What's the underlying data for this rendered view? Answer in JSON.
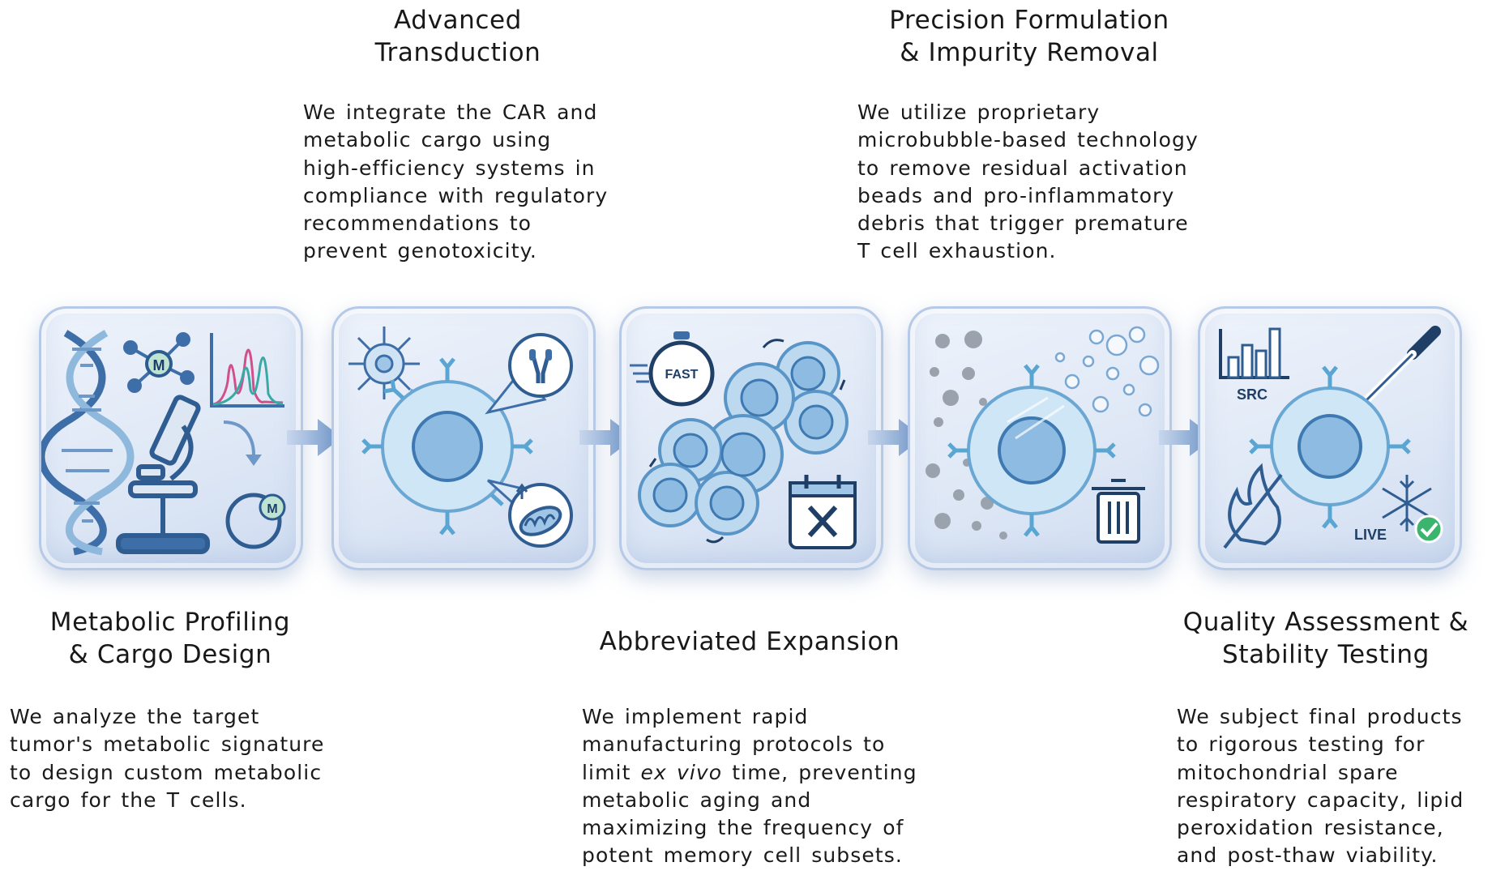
{
  "steps": [
    {
      "title": "Metabolic Profiling\n& Cargo Design",
      "description": "We analyze the target\ntumor's metabolic signature\nto design custom metabolic\ncargo for the T cells.",
      "icons": [
        "dna-icon",
        "molecule-icon",
        "spectrum-chart-icon",
        "microscope-icon",
        "plasmid-icon"
      ],
      "icon_labels": {
        "molecule": "M",
        "plasmid": "M"
      }
    },
    {
      "title": "Advanced\nTransduction",
      "description": "We integrate the CAR and\nmetabolic cargo using\nhigh-efficiency systems in\ncompliance with regulatory\nrecommendations to\nprevent genotoxicity.",
      "icons": [
        "virus-icon",
        "t-cell-icon",
        "car-receptor-icon",
        "mitochondria-icon"
      ]
    },
    {
      "title": "Abbreviated Expansion",
      "description_parts": [
        "We implement rapid\nmanufacturing protocols to\nlimit ",
        "ex vivo",
        " time, preventing\nmetabolic aging and\nmaximizing the frequency of\npotent memory cell subsets."
      ],
      "icons": [
        "stopwatch-icon",
        "cell-cluster-icon",
        "calendar-x-icon"
      ],
      "icon_labels": {
        "stopwatch": "FAST"
      }
    },
    {
      "title": "Precision Formulation\n& Impurity Removal",
      "description": "We utilize proprietary\nmicrobubble-based technology\nto remove residual activation\nbeads and pro-inflammatory\ndebris that trigger premature\nT cell exhaustion.",
      "icons": [
        "debris-icon",
        "t-cell-icon",
        "microbubble-icon",
        "trash-icon"
      ]
    },
    {
      "title": "Quality Assessment &\nStability Testing",
      "description": "We subject final products\nto rigorous testing for\nmitochondrial spare\nrespiratory capacity, lipid\nperoxidation resistance,\nand post-thaw viability.",
      "icons": [
        "bar-chart-icon",
        "dropper-icon",
        "t-cell-icon",
        "no-fire-icon",
        "snowflake-icon",
        "check-icon"
      ],
      "icon_labels": {
        "chart": "SRC",
        "viability": "LIVE"
      }
    }
  ],
  "colors": {
    "panel_border": "#b6c9e6",
    "cell_fill": "#9fc6e6",
    "cell_dark": "#2f6fa6",
    "receptor": "#5aa6d2",
    "arrow": "#6f96c9",
    "check": "#3bb56e",
    "spectrum_pink": "#d14f8a",
    "spectrum_teal": "#3aa9a6"
  }
}
